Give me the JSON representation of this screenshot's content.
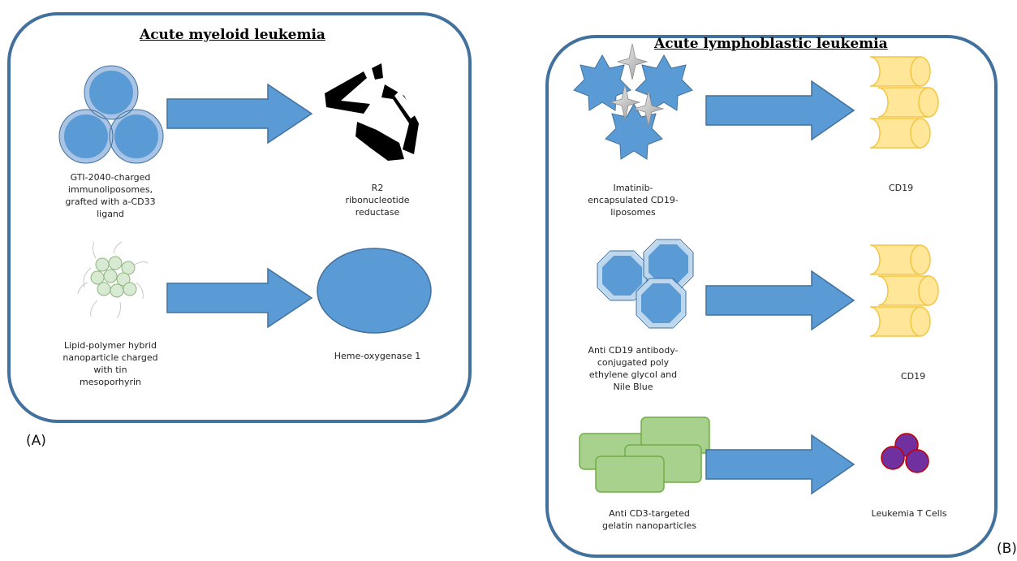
{
  "panel_a": {
    "title": "Acute myeloid leukemia",
    "label": "(A)",
    "rows": [
      {
        "source": "GTI-2040-charged immunoliposomes, grafted with a-CD33 ligand",
        "source_lines": [
          "GTI-2040-charged",
          "immunoliposomes,",
          "grafted with a-CD33",
          "ligand"
        ],
        "target_lines": [
          "R2",
          "ribonucleotide",
          "reductase"
        ]
      },
      {
        "source_lines": [
          "Lipid-polymer hybrid",
          "nanoparticle charged",
          "with tin",
          "mesoporhyrin"
        ],
        "target_lines": [
          "Heme-oxygenase 1"
        ]
      }
    ]
  },
  "panel_b": {
    "title": "Acute lymphoblastic leukemia",
    "label": "(B)",
    "rows": [
      {
        "source_lines": [
          "Imatinib-",
          "encapsulated CD19-",
          "liposomes"
        ],
        "target_lines": [
          "CD19"
        ]
      },
      {
        "source_lines": [
          "Anti CD19 antibody-",
          "conjugated poly",
          "ethylene glycol and",
          "Nile Blue"
        ],
        "target_lines": [
          "CD19"
        ]
      },
      {
        "source_lines": [
          "Anti CD3-targeted",
          "gelatin nanoparticles"
        ],
        "target_lines": [
          "Leukemia T Cells"
        ]
      }
    ]
  },
  "colors": {
    "frame": "#41719c",
    "blue": "#5b9bd5",
    "light_blue": "#deebf7",
    "yellow": "#ffe699",
    "yellow_stroke": "#f4c542",
    "green": "#a9d18e",
    "green_stroke": "#70ad47",
    "purple": "#7030a0",
    "purple_stroke": "#c00000",
    "pale_green": "#d9ead3",
    "star_silver": "#bfbfbf"
  }
}
